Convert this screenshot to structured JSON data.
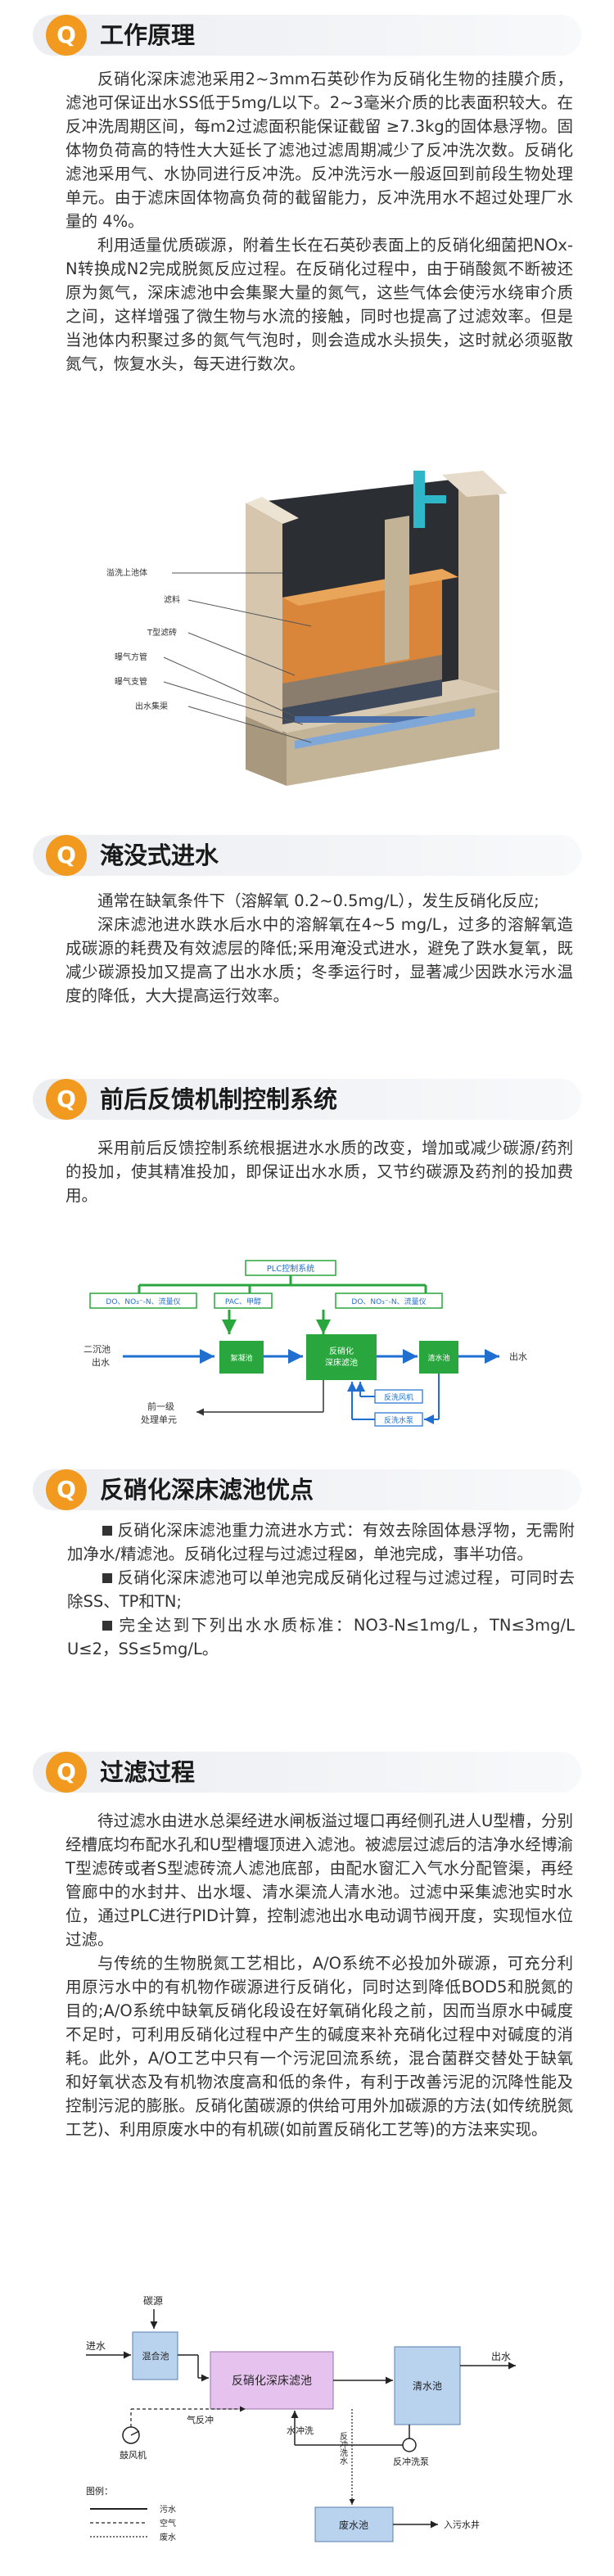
{
  "sections": [
    {
      "icon": "Q",
      "title": "工作原理",
      "paragraphs": [
        "反硝化深床滤池采用2~3mm石英砂作为反硝化生物的挂膜介质，滤池可保证出水SS低于5mg/L以下。2~3毫米介质的比表面积较大。在反冲洗周期区间，每m2过滤面积能保证截留 ≥7.3kg的固体悬浮物。固体物负荷高的特性大大延长了滤池过滤周期减少了反冲洗次数。反硝化滤池采用气、水协同进行反冲洗。反冲洗污水一般返回到前段生物处理单元。由于滤床固体物高负荷的截留能力，反冲洗用水不超过处理厂水量的 4%。",
        "利用适量优质碳源，附着生长在石英砂表面上的反硝化细菌把NOx-N转换成N2完成脱氮反应过程。在反硝化过程中，由于硝酸氮不断被还原为氮气，深床滤池中会集聚大量的氮气，这些气体会使污水绕审介质之间，这样增强了微生物与水流的接触，同时也提高了过滤效率。但是当池体内积聚过多的氮气气泡时，则会造成水头损失，这时就必须驱散氮气，恢复水头，每天进行数次。"
      ]
    },
    {
      "icon": "Q",
      "title": "淹没式进水",
      "paragraphs": [
        "通常在缺氧条件下（溶解氧 0.2~0.5mg/L），发生反硝化反应;",
        "深床滤池进水跌水后水中的溶解氧在4~5 mg/L，过多的溶解氧造成碳源的耗费及有效滤层的降低;采用淹没式进水，避免了跌水复氧，既减少碳源投加又提高了出水水质；冬季运行时，显著减少因跌水污水温度的降低，大大提高运行效率。"
      ]
    },
    {
      "icon": "Q",
      "title": "前后反馈机制控制系统",
      "paragraphs": [
        "采用前后反馈控制系统根据进水水质的改变，增加或减少碳源/药剂的投加，使其精准投加，即保证出水水质，又节约碳源及药剂的投加费用。"
      ]
    },
    {
      "icon": "Q",
      "title": "反硝化深床滤池优点",
      "bullets": [
        "反硝化深床滤池重力流进水方式：有效去除固体悬浮物，无需附加净水/精滤池。反硝化过程与过滤过程⊠，单池完成，事半功倍。",
        "反硝化深床滤池可以单池完成反硝化过程与过滤过程，可同时去除SS、TP和TN;",
        "完全达到下列出水水质标准：NO3-N≤1mg/L，TN≤3mg/L U≤2，SS≤5mg/L。"
      ]
    },
    {
      "icon": "Q",
      "title": "过滤过程",
      "paragraphs": [
        "待过滤水由进水总渠经进水闸板溢过堰口再经侧孔进人U型槽，分别经槽底均布配水孔和U型槽堰顶进入滤池。被滤层过滤后的洁净水经博渝T型滤砖或者S型滤砖流人滤池底部，由配水窗汇入气水分配管渠，再经管廊中的水封井、出水堰、清水渠流人清水池。过滤中采集滤池实时水位，通过PLC进行PID计算，控制滤池出水电动调节阀开度，实现恒水位过滤。",
        "与传统的生物脱氮工艺相比，A/O系统不必投加外碳源，可充分利用原污水中的有机物作碳源进行反硝化，同时达到降低BOD5和脱氮的目的;A/O系统中缺氧反硝化段设在好氧硝化段之前，因而当原水中碱度不足时，可利用反硝化过程中产生的碱度来补充硝化过程中对碱度的消耗。此外，A/O工艺中只有一个污泥回流系统，混合菌群交替处于缺氧和好氧状态及有机物浓度高和低的条件，有利于改善污泥的沉降性能及控制污泥的膨胀。反硝化菌碳源的供给可用外加碳源的方法(如传统脱氮工艺)、利用原废水中的有机碳(如前置反硝化工艺等)的方法来实现。"
      ]
    }
  ],
  "diagram1": {
    "labels": [
      "溢洗上池体",
      "滤料",
      "T型滤砖",
      "曝气方管",
      "曝气支管",
      "出水集渠"
    ]
  },
  "diagram2": {
    "plc": "PLC控制系统",
    "do_left": "DO、NO₃⁻-N、流量仪",
    "do_right": "DO、NO₃⁻-N、流量仪",
    "pac": "PAC、甲醇",
    "inlet": "二沉池出水",
    "tank1": "絮凝池",
    "tank2": "反硝化深床滤池",
    "tank3": "清水池",
    "outlet": "出水",
    "fan": "反洗风机",
    "pump": "反洗水泵",
    "pre": "前一级处理单元"
  },
  "diagram3": {
    "carbon": "碳源",
    "inflow": "进水",
    "mix": "混合池",
    "filter": "反硝化深床滤池",
    "clear": "清水池",
    "outflow": "出水",
    "air_wash": "气反冲",
    "water_wash": "水冲洗",
    "blower": "鼓风机",
    "wash_pump": "反冲洗泵",
    "drain_water": "反冲洗水",
    "waste_pool": "废水池",
    "to_sewer": "入污水井",
    "legend_title": "图例：",
    "legend": [
      "污水",
      "空气",
      "废水"
    ]
  },
  "colors": {
    "accent": "#f29a1f",
    "header_bg": "#eceef2",
    "flow_green": "#2aa63e",
    "flow_blue": "#1e6fd0",
    "box_blue": "#b9d3ef",
    "box_pink": "#e6c3ee"
  }
}
